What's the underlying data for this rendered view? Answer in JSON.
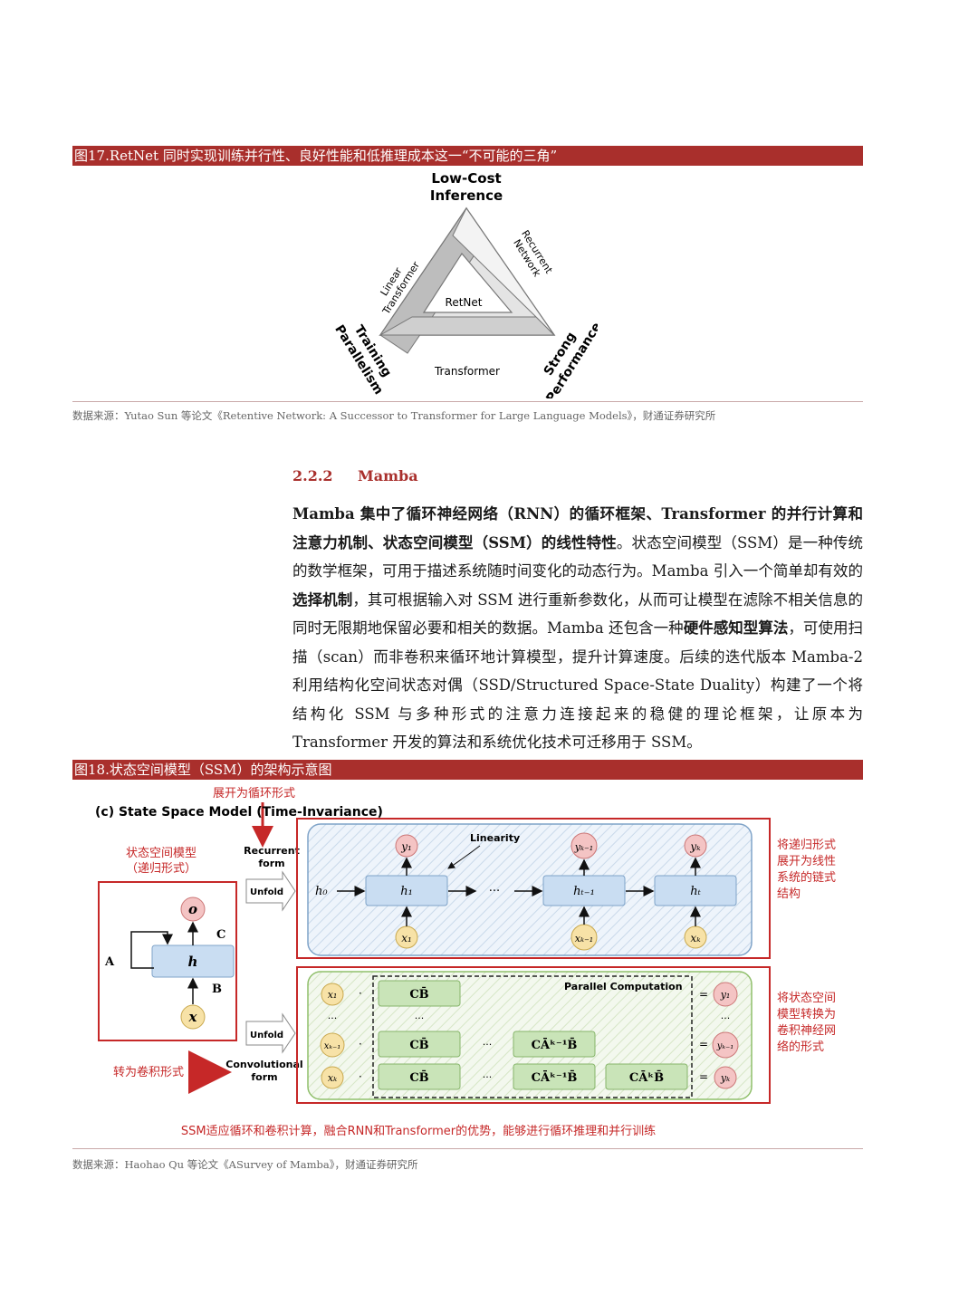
{
  "figure17": {
    "caption": "图17.RetNet 同时实现训练并行性、良好性能和低推理成本这一“不可能的三角”",
    "corner_top_line1": "Low-Cost",
    "corner_top_line2": "Inference",
    "corner_left_line1": "Training",
    "corner_left_line2": "Parallelism",
    "corner_right_line1": "Strong",
    "corner_right_line2": "Performance",
    "edge_left_line1": "Linear",
    "edge_left_line2": "Transformer",
    "edge_right_line1": "Recurrent",
    "edge_right_line2": "Network",
    "edge_bottom": "Transformer",
    "center": "RetNet",
    "source": "数据来源：Yutao Sun 等论文《Retentive Network: A Successor to Transformer for Large Language Models》，财通证券研究所"
  },
  "section": {
    "number": "2.2.2",
    "title": "Mamba",
    "bold_intro": "Mamba 集中了循环神经网络（RNN）的循环框架、Transformer 的并行计算和注意力机制、状态空间模型（SSM）的线性特性",
    "text1": "。状态空间模型（SSM）是一种传统的数学框架，可用于描述系统随时间变化的动态行为。Mamba 引入一个简单却有效的",
    "bold_selection": "选择机制",
    "text2": "，其可根据输入对 SSM 进行重新参数化，从而可让模型在滤除不相关信息的同时无限期地保留必要和相关的数据。Mamba 还包含一种",
    "bold_hardware": "硬件感知型算法",
    "text3": "，可使用扫描（scan）而非卷积来循环地计算模型，提升计算速度。后续的迭代版本 Mamba-2 利用结构化空间状态对偶（SSD/Structured Space-State Duality）构建了一个将结构化 SSM 与多种形式的注意力连接起来的稳健的理论框架，让原本为 Transformer 开发的算法和系统优化技术可迁移用于 SSM。"
  },
  "figure18": {
    "caption": "图18.状态空间模型（SSM）的架构示意图",
    "annotation_top": "展开为循环形式",
    "title": "(c) State Space Model (Time-Invariance)",
    "ssm_label_line1": "状态空间模型",
    "ssm_label_line2": "（递归形式）",
    "ssm_o": "o",
    "ssm_h": "h",
    "ssm_x": "x",
    "ssm_A": "A",
    "ssm_B": "B",
    "ssm_C": "C",
    "recurrent_form_line1": "Recurrent",
    "recurrent_form_line2": "form",
    "unfold": "Unfold",
    "convolutional_form_line1": "Convolutional",
    "convolutional_form_line2": "form",
    "linearity": "Linearity",
    "h0": "h₀",
    "parallel_computation": "Parallel Computation",
    "right_note_top": [
      "将递归形式",
      "展开为线性",
      "系统的链式",
      "结构"
    ],
    "right_note_bottom": [
      "将状态空间",
      "模型转换为",
      "卷积神经网",
      "络的形式"
    ],
    "conv_note": "转为卷积形式",
    "bottom_caption": "SSM适应循环和卷积计算，融合RNN和Transformer的优势，能够进行循环推理和并行训练",
    "source": "数据来源：Haohao Qu 等论文《ASurvey of Mamba》，财通证券研究所"
  }
}
